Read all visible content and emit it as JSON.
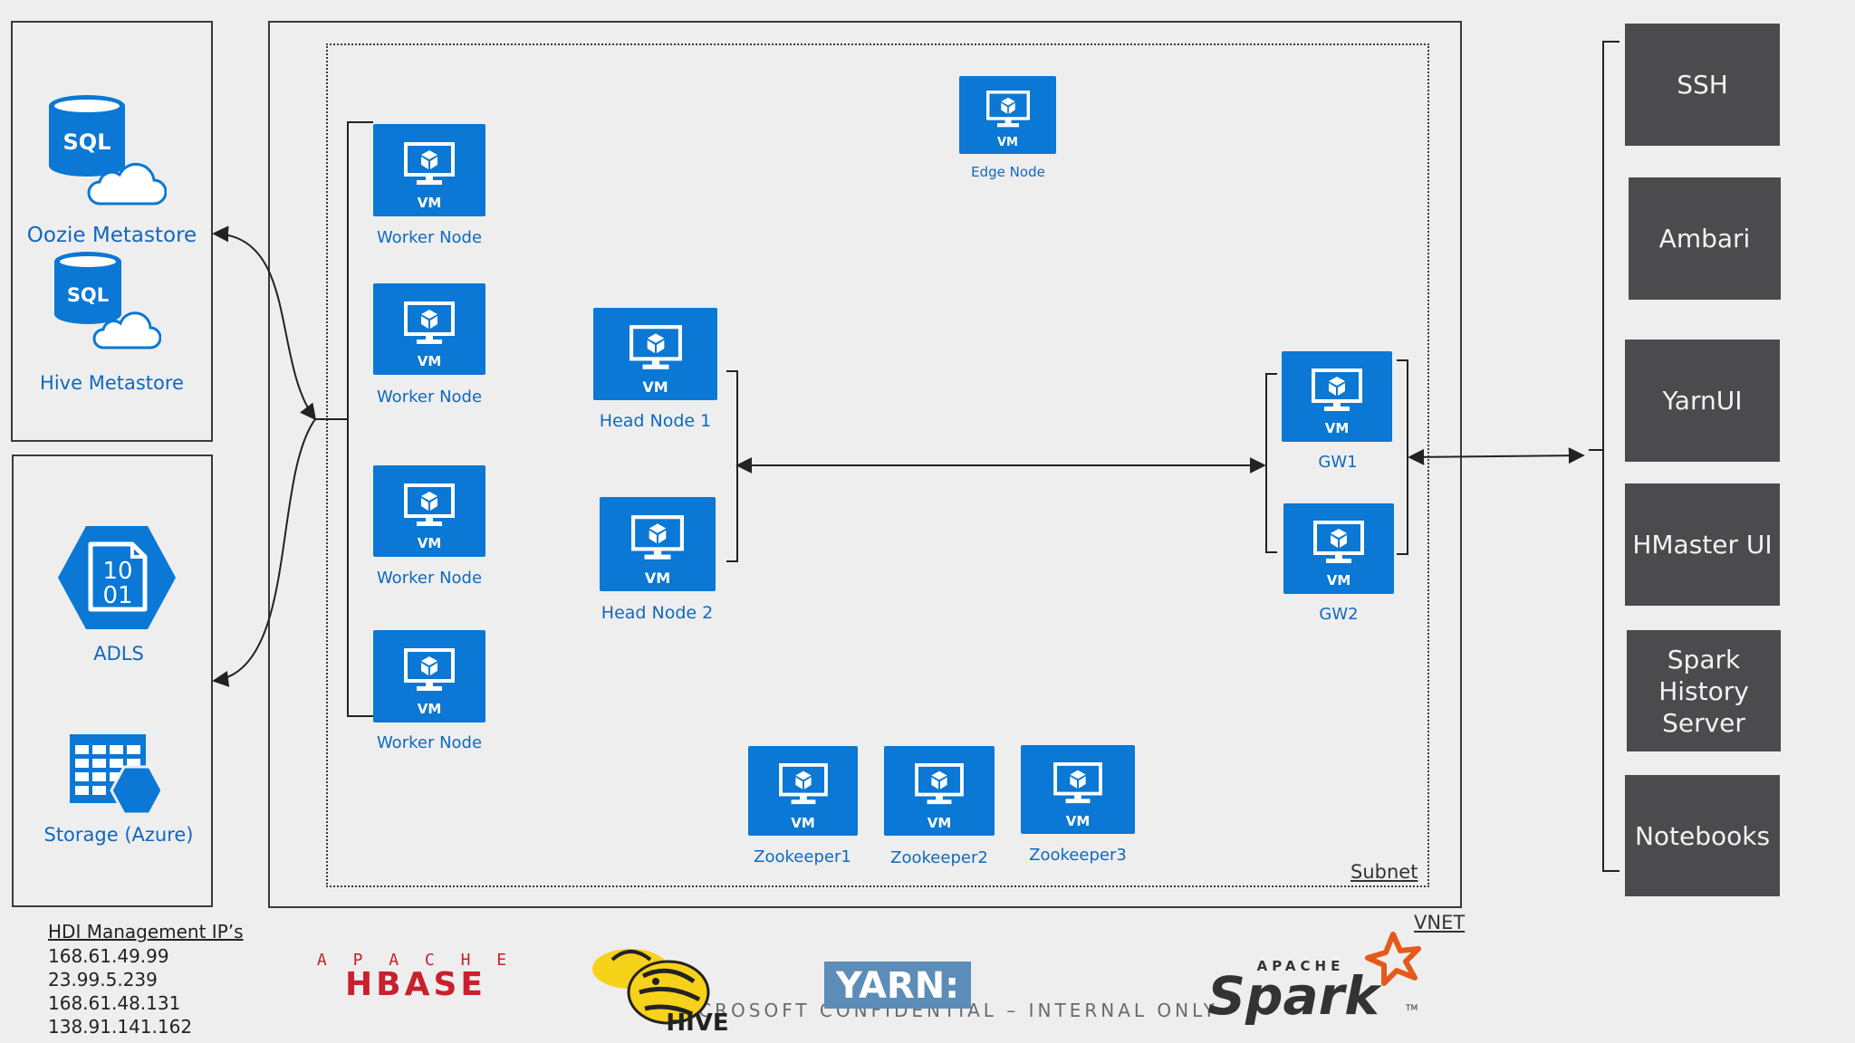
{
  "left_top": {
    "oozie": {
      "db_label": "SQL",
      "caption": "Oozie Metastore"
    },
    "hive": {
      "db_label": "SQL",
      "caption": "Hive Metastore"
    }
  },
  "left_bottom": {
    "adls": {
      "icon_text_1": "10",
      "icon_text_2": "01",
      "caption": "ADLS"
    },
    "storage": {
      "caption": "Storage (Azure)"
    }
  },
  "vm_label": "VM",
  "worker_nodes": [
    {
      "caption": "Worker Node"
    },
    {
      "caption": "Worker Node"
    },
    {
      "caption": "Worker Node"
    },
    {
      "caption": "Worker Node"
    }
  ],
  "edge_node": {
    "caption": "Edge Node"
  },
  "head_nodes": [
    {
      "caption": "Head Node 1"
    },
    {
      "caption": "Head Node 2"
    }
  ],
  "gateways": [
    {
      "caption": "GW1"
    },
    {
      "caption": "GW2"
    }
  ],
  "zookeepers": [
    {
      "caption": "Zookeeper1"
    },
    {
      "caption": "Zookeeper2"
    },
    {
      "caption": "Zookeeper3"
    }
  ],
  "subnet_label": "Subnet",
  "vnet_label": "VNET",
  "services": [
    {
      "label": "SSH"
    },
    {
      "label": "Ambari"
    },
    {
      "label": "YarnUI"
    },
    {
      "label": "HMaster UI"
    },
    {
      "label_line1": "Spark History",
      "label_line2": "Server"
    },
    {
      "label": "Notebooks"
    }
  ],
  "management": {
    "title": "HDI Management IP’s",
    "ips": [
      "168.61.49.99",
      "23.99.5.239",
      "168.61.48.131",
      "138.91.141.162"
    ]
  },
  "logos": {
    "hbase_top": "A P A C H E",
    "hbase_main": "HBASE",
    "hive": "HIVE",
    "yarn": "YARN:",
    "spark_top": "APACHE",
    "spark_main": "Spark",
    "spark_tm": "TM"
  },
  "footer": "MICROSOFT CONFIDENTIAL – INTERNAL ONLY",
  "colors": {
    "azure_blue": "#0a78d4",
    "caption_blue": "#1068c0",
    "service_gray": "#4b4b4d",
    "background": "#eeeeee",
    "hbase_red": "#c8202c",
    "hive_yellow": "#f6d21a",
    "yarn_blue": "#5b8db8",
    "spark_orange": "#e35a1b"
  },
  "icons": [
    "sql-database-icon",
    "cloud-icon",
    "adls-hexagon-icon",
    "storage-grid-icon",
    "monitor-icon",
    "cube-icon"
  ]
}
